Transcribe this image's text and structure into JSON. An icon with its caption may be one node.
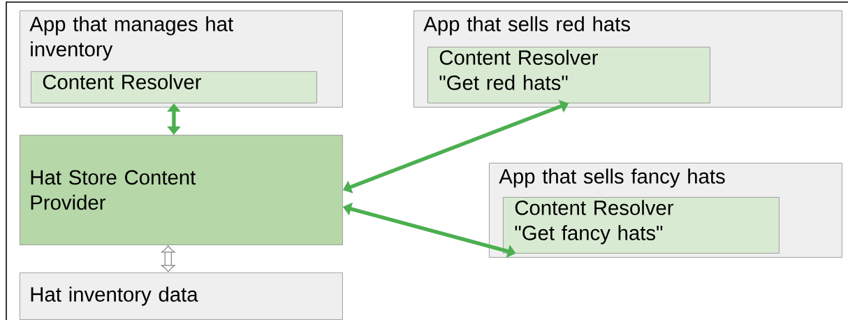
{
  "diagram": {
    "nodes": [
      {
        "text": [
          "App that manages hat inventory"
        ]
      },
      {
        "text": [
          "Content Resolver"
        ],
        "in": 0
      },
      {
        "text": [
          "App that sells red hats"
        ]
      },
      {
        "text": [
          "Content Resolver",
          "\"Get red hats\""
        ],
        "in": 2
      },
      {
        "text": [
          "Hat Store Content Provider"
        ]
      },
      {
        "text": [
          "App that sells fancy hats"
        ]
      },
      {
        "text": [
          "Content Resolver",
          "\"Get fancy hats\""
        ],
        "in": 5
      },
      {
        "text": [
          "Hat inventory data"
        ]
      }
    ],
    "edges": [
      {
        "from": 1,
        "to": 4,
        "arrow": "both"
      },
      {
        "from": 4,
        "to": 3,
        "arrow": "both"
      },
      {
        "from": 4,
        "to": 6,
        "arrow": "both"
      },
      {
        "from": 4,
        "to": 7,
        "arrow": "both",
        "style": "thick",
        "color": "#808080"
      }
    ]
  }
}
